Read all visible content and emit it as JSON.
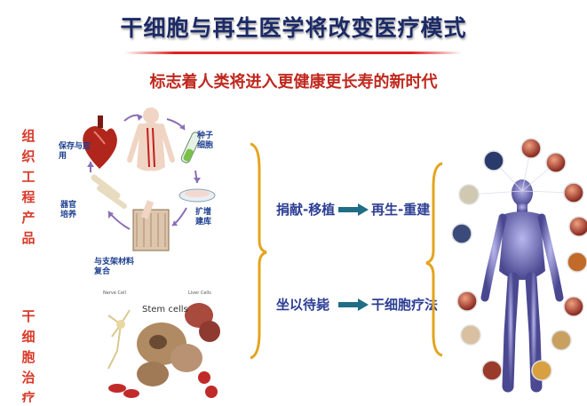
{
  "header": {
    "title": "干细胞与再生医学将改变医疗模式",
    "subtitle": "标志着人类将进入更健康更长寿的新时代"
  },
  "left_labels": {
    "tissue_engineering": "组织工程产品",
    "stem_cell_therapy": "干细胞治疗"
  },
  "cycle_diagram": {
    "preserve_apply": "保存与应用",
    "seed_cells": "种子细胞",
    "organ_culture": "器官培养",
    "expand_bank": "扩增建库",
    "scaffold_composite": "与支架材料复合"
  },
  "stem_cells_image": {
    "label": "Stem cells",
    "nerve_label": "Nerve Cell",
    "liver_label": "Liver Cells"
  },
  "middle": {
    "donation": "捐献-移植",
    "regeneration": "再生-重建",
    "waiting": "坐以待毙",
    "therapy": "干细胞疗法"
  },
  "colors": {
    "title": "#1c2a66",
    "subtitle": "#c0281e",
    "label_red": "#d93a2a",
    "phrase_blue": "#2d3f94",
    "brace_orange": "#e3a51f",
    "arrow_teal": "#1f6e86"
  }
}
